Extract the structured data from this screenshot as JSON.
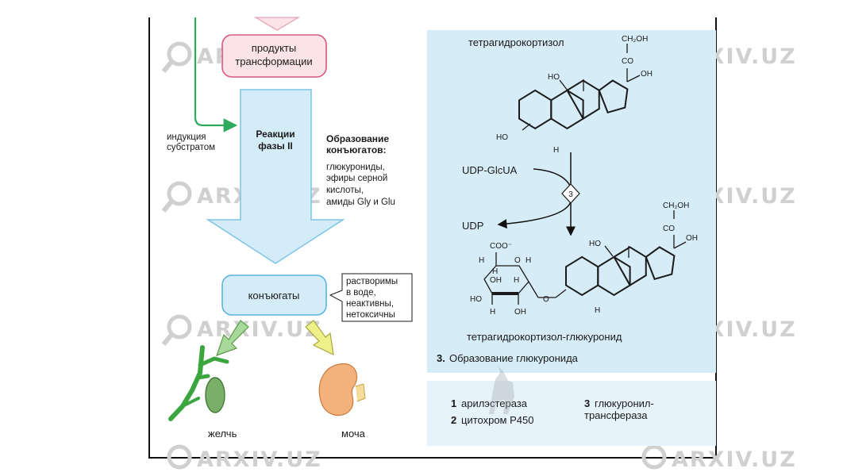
{
  "watermark": "ARXIV.UZ",
  "left": {
    "products_box": [
      "продукты",
      "трансформации"
    ],
    "induction_label": [
      "индукция",
      "субстратом"
    ],
    "phase2_label": [
      "Реакции",
      "фазы II"
    ],
    "conjugate_formation": {
      "title": [
        "Образование",
        "конъюгатов:"
      ],
      "items": [
        "глюкурониды,",
        "эфиры серной",
        "кислоты,",
        "амиды Gly и Glu"
      ]
    },
    "conjugates_box": "конъюгаты",
    "properties": [
      "растворимы",
      "в воде,",
      "неактивны,",
      "нетоксичны"
    ],
    "bile_label": "желчь",
    "urine_label": "моча"
  },
  "right": {
    "substrate_name": "тетрагидрокортизол",
    "cofactor_in": "UDP-GlcUA",
    "cofactor_out": "UDP",
    "enzyme_number": "3",
    "product_name": "тетрагидрокортизол-глюкуронид",
    "caption_number": "3.",
    "caption_text": "Образование глюкуронида",
    "atoms": {
      "ch2oh": "CH₂OH",
      "co": "CO",
      "oh": "OH",
      "ho": "HO",
      "h": "H",
      "coo": "COO⁻",
      "o": "O"
    }
  },
  "legend": {
    "items": [
      {
        "num": "1",
        "text": "арилэстераза"
      },
      {
        "num": "2",
        "text": "цитохром P450"
      },
      {
        "num": "3",
        "text": "глюкуронил-"
      }
    ],
    "item3_line2": "трансфераза"
  }
}
